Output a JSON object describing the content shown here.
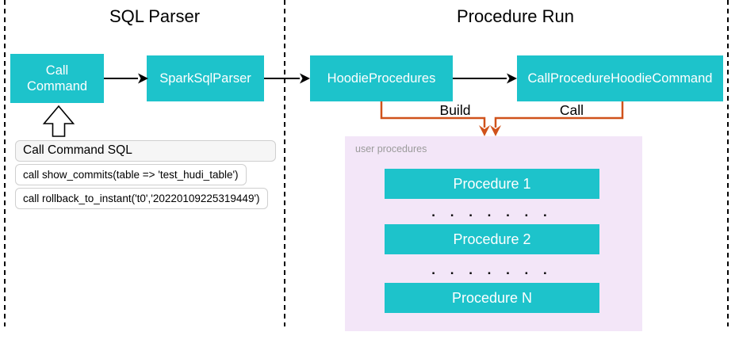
{
  "sections": {
    "sql_parser": {
      "title": "SQL Parser"
    },
    "procedure_run": {
      "title": "Procedure Run"
    }
  },
  "nodes": {
    "call_command": "Call Command",
    "spark_sql_parser": "SparkSqlParser",
    "hoodie_procedures": "HoodieProcedures",
    "call_procedure_hoodie_command": "CallProcedureHoodieCommand"
  },
  "edges": {
    "build_label": "Build",
    "call_label": "Call"
  },
  "sql_panel": {
    "header": "Call Command SQL",
    "rows": [
      "call show_commits(table => 'test_hudi_table')",
      "call rollback_to_instant('t0','20220109225319449')"
    ]
  },
  "user_procedures": {
    "label": "user procedures",
    "items": [
      "Procedure 1",
      "Procedure 2",
      "Procedure N"
    ],
    "ellipsis": ". . . . . . ."
  },
  "colors": {
    "teal": "#1dc3cb",
    "pink": "#f3e6f8",
    "orange": "#d0521b",
    "line_black": "#000000",
    "muted_gray": "#9b9b9b"
  }
}
